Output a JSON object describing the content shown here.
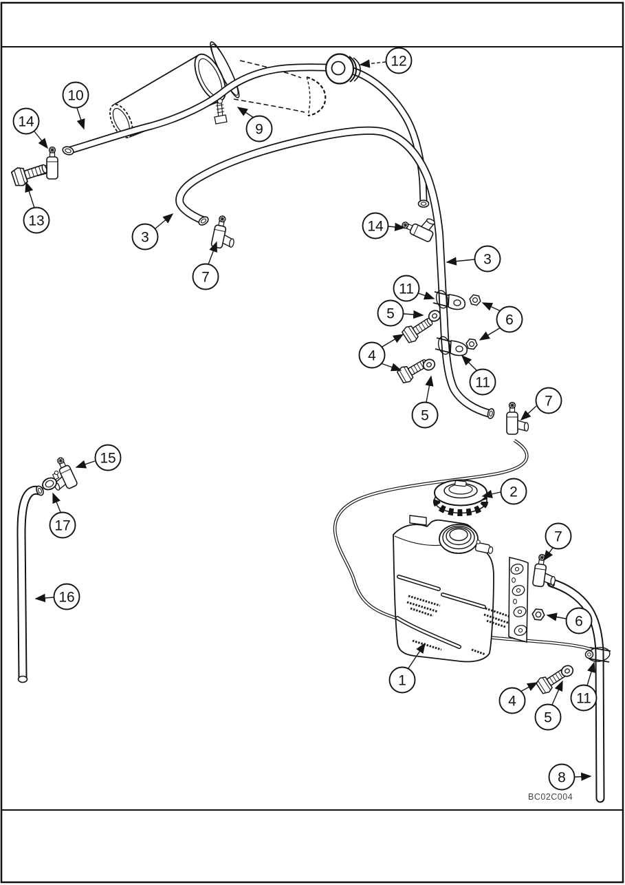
{
  "figure_code": "BC02C004",
  "drawing": {
    "line_color": "#141414",
    "background": "#ffffff"
  },
  "callouts": {
    "c10": "10",
    "c12": "12",
    "c14a": "14",
    "c9": "9",
    "c13": "13",
    "c3a": "3",
    "c7a": "7",
    "c14b": "14",
    "c3b": "3",
    "c11a": "11",
    "c5a": "5",
    "c6a": "6",
    "c4a": "4",
    "c11b": "11",
    "c5b": "5",
    "c7b": "7",
    "c15": "15",
    "c17": "17",
    "c2": "2",
    "c16": "16",
    "c7c": "7",
    "c6b": "6",
    "c1": "1",
    "c4b": "4",
    "c5c": "5",
    "c11c": "11",
    "c8": "8"
  }
}
